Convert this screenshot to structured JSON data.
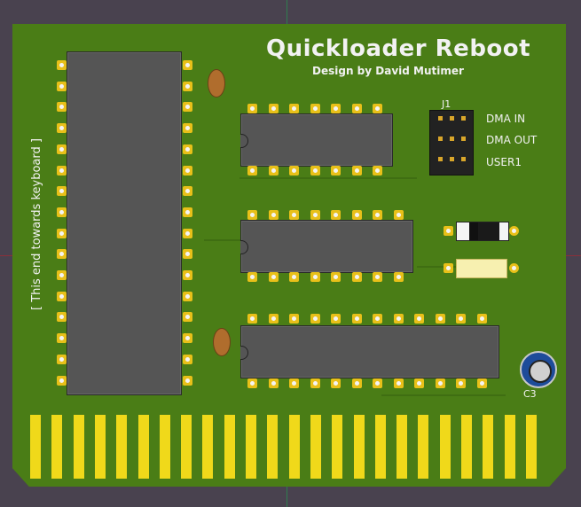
{
  "title": "Quickloader Reboot",
  "subtitle": "Design by David Mutimer",
  "side_note": "[ This end towards keyboard ]",
  "connector": {
    "ref": "J1",
    "labels": [
      "DMA IN",
      "DMA OUT",
      "USER1"
    ]
  },
  "capacitor_ref": "C3",
  "colors": {
    "board": "#4a7d16",
    "silkscreen": "#f2f2f2",
    "gold": "#f0d91a",
    "ic_body": "#555555"
  }
}
